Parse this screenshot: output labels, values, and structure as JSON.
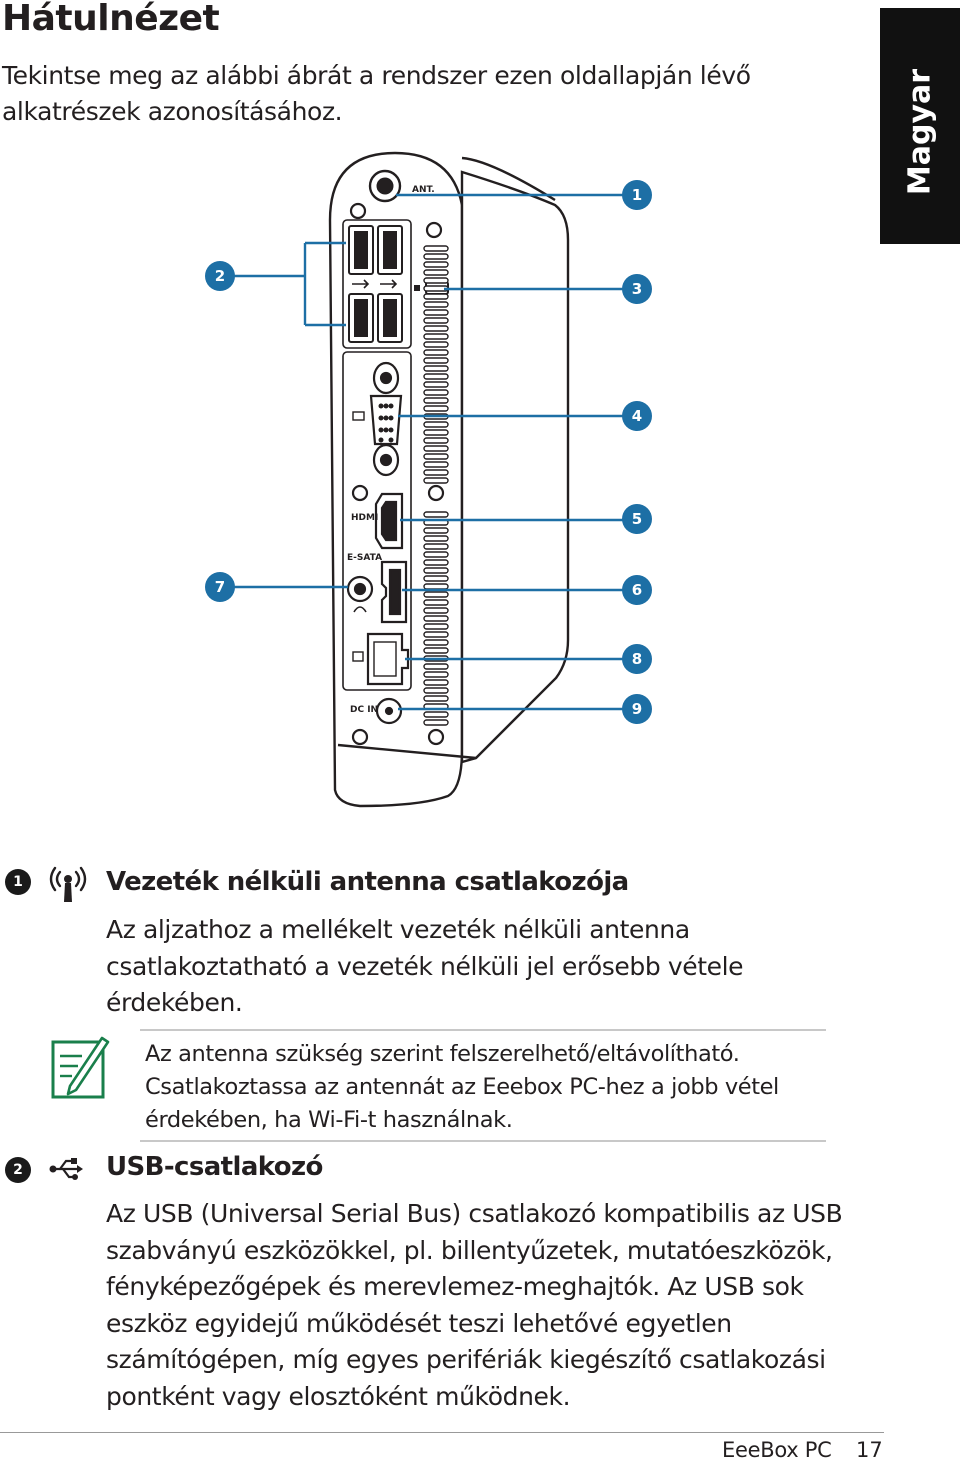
{
  "page": {
    "heading": "Hátulnézet",
    "intro": "Tekintse meg az alábbi ábrát a rendszer ezen oldallapján lévő alkatrészek azonosításához.",
    "language_tab": "Magyar"
  },
  "diagram": {
    "port_labels": {
      "antenna": "ANT.",
      "hdmi": "HDMI",
      "esata": "E-SATA",
      "dc_in": "DC IN"
    },
    "callouts": [
      "1",
      "2",
      "3",
      "4",
      "5",
      "6",
      "7",
      "8",
      "9"
    ],
    "accent_color": "#1d6fa5"
  },
  "items": [
    {
      "number": "1",
      "icon": "wireless-antenna-icon",
      "title": "Vezeték nélküli antenna csatlakozója",
      "body": "Az aljzathoz a mellékelt vezeték nélküli antenna csatlakoztatható a vezeték nélküli jel erősebb vétele érdekében.",
      "note": "Az antenna szükség szerint felszerelhető/eltávolítható. Csatlakoztassa az antennát az Eeebox PC-hez a jobb vétel érdekében, ha Wi-Fi-t használnak."
    },
    {
      "number": "2",
      "icon": "usb-icon",
      "title": "USB-csatlakozó",
      "body": "Az USB (Universal Serial Bus) csatlakozó kompatibilis az USB szabványú eszközökkel, pl. billentyűzetek, mutatóeszközök, fényképezőgépek és merevlemez-meghajtók. Az USB sok eszköz egyidejű működését teszi lehetővé egyetlen számítógépen, míg egyes perifériák kiegészítő csatlakozási pontként vagy elosztóként működnek."
    }
  ],
  "footer": {
    "brand": "EeeBox PC",
    "page_number": "17"
  }
}
